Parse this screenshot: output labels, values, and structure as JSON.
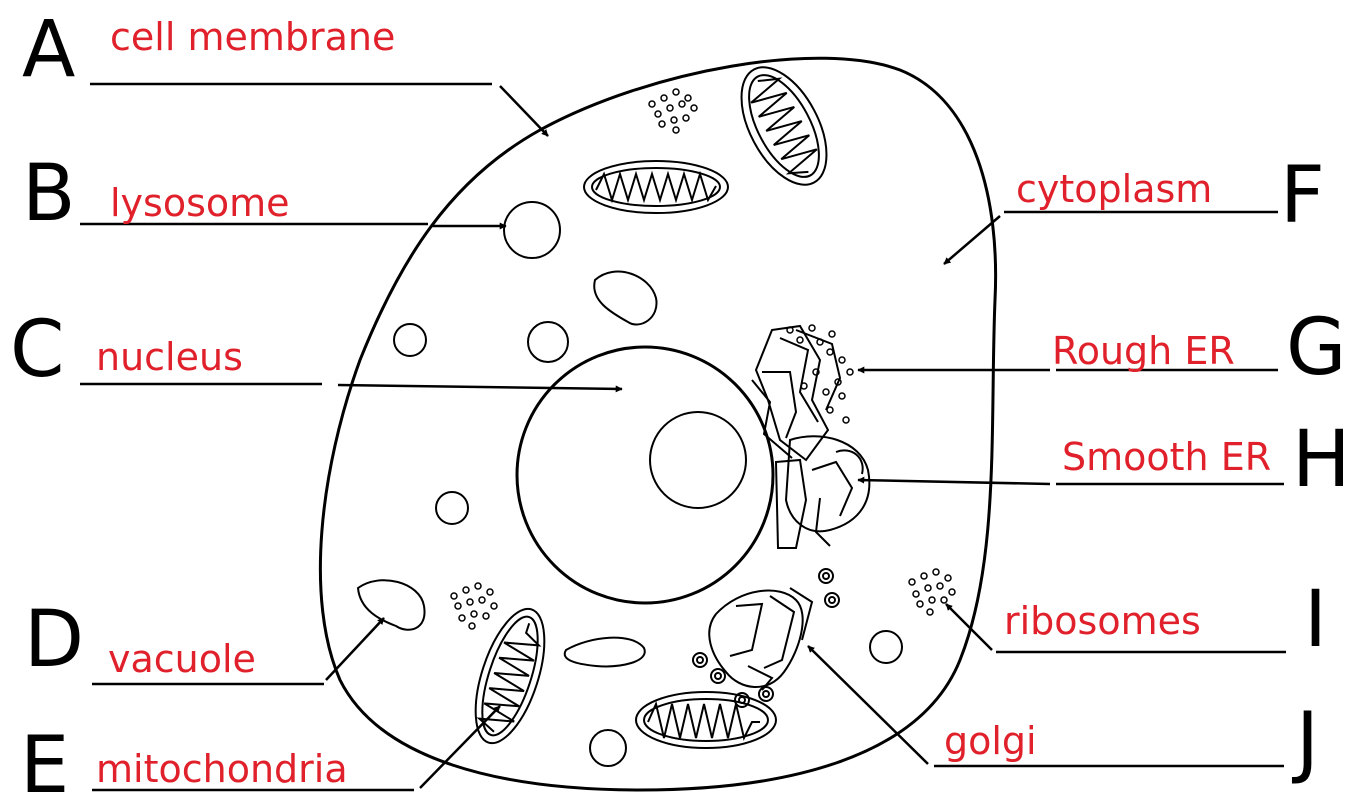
{
  "colors": {
    "label_text": "#e0202a",
    "line": "#000000",
    "background": "#ffffff"
  },
  "labels": [
    {
      "letter": "A",
      "name": "cell membrane"
    },
    {
      "letter": "B",
      "name": "lysosome"
    },
    {
      "letter": "C",
      "name": "nucleus"
    },
    {
      "letter": "D",
      "name": "vacuole"
    },
    {
      "letter": "E",
      "name": "mitochondria"
    },
    {
      "letter": "F",
      "name": "cytoplasm"
    },
    {
      "letter": "G",
      "name": "Rough ER"
    },
    {
      "letter": "H",
      "name": "Smooth ER"
    },
    {
      "letter": "I",
      "name": "ribosomes"
    },
    {
      "letter": "J",
      "name": "golgi"
    }
  ]
}
